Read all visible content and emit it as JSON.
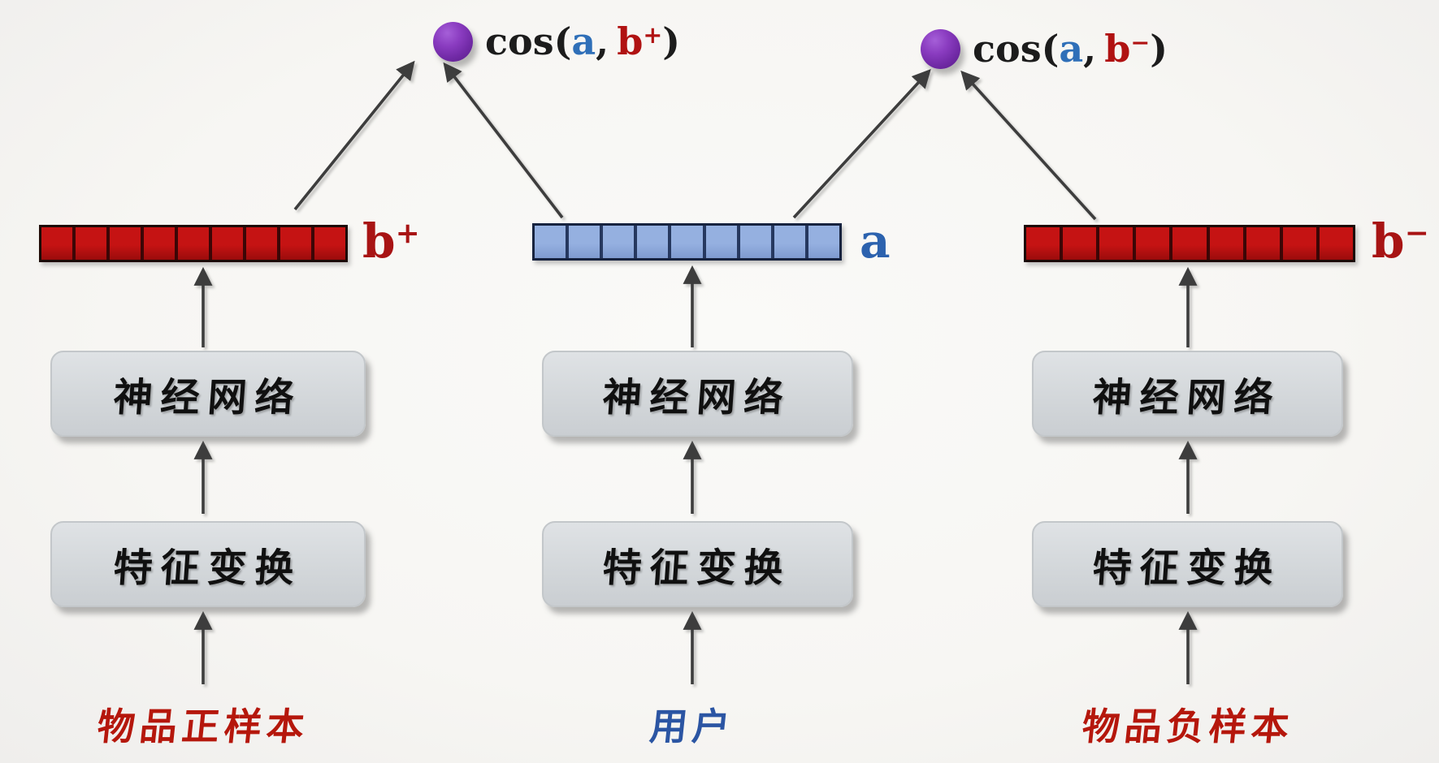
{
  "diagram_title": "two-tower-cosine-similarity",
  "cos_nodes": [
    {
      "fn": "cos(",
      "arg_a": "a",
      "comma": ",",
      "arg_b": "b",
      "arg_b_sup": "+",
      "close": ")"
    },
    {
      "fn": "cos(",
      "arg_a": "a",
      "comma": ",",
      "arg_b": "b",
      "arg_b_sup": "−",
      "close": ")"
    }
  ],
  "columns": [
    {
      "input_label": "物品正样本",
      "feature_box_label": "特征变换",
      "nn_box_label": "神经网络",
      "vector": {
        "label": "b",
        "sup": "+",
        "cells": 9,
        "fill": "#c51313",
        "fill_dark": "#9a0c0c",
        "border": "#3c0606",
        "outline": "#1c0a06",
        "label_color": "#a81414"
      },
      "input_label_color": "#b5170c"
    },
    {
      "input_label": "用户",
      "feature_box_label": "特征变换",
      "nn_box_label": "神经网络",
      "vector": {
        "label": "a",
        "sup": "",
        "cells": 9,
        "fill": "#95b0e0",
        "fill_dark": "#7f9bd0",
        "border": "#26385f",
        "outline": "#17233f",
        "label_color": "#2c62ae"
      },
      "input_label_color": "#2b55a3"
    },
    {
      "input_label": "物品负样本",
      "feature_box_label": "特征变换",
      "nn_box_label": "神经网络",
      "vector": {
        "label": "b",
        "sup": "−",
        "cells": 9,
        "fill": "#c51313",
        "fill_dark": "#9a0c0c",
        "border": "#3c0606",
        "outline": "#1c0a06",
        "label_color": "#a81414"
      },
      "input_label_color": "#b5170c"
    }
  ],
  "colors": {
    "background": "#f7f6f3",
    "arrow": "#3d3d3d",
    "cosine_dot_purple": "#7a2fb0",
    "positive_negative_red": "#c51313",
    "user_blue": "#95b0e0",
    "box_gray": "#d3d7da",
    "math_blue": "#2f6fb8",
    "math_red": "#b01212"
  }
}
